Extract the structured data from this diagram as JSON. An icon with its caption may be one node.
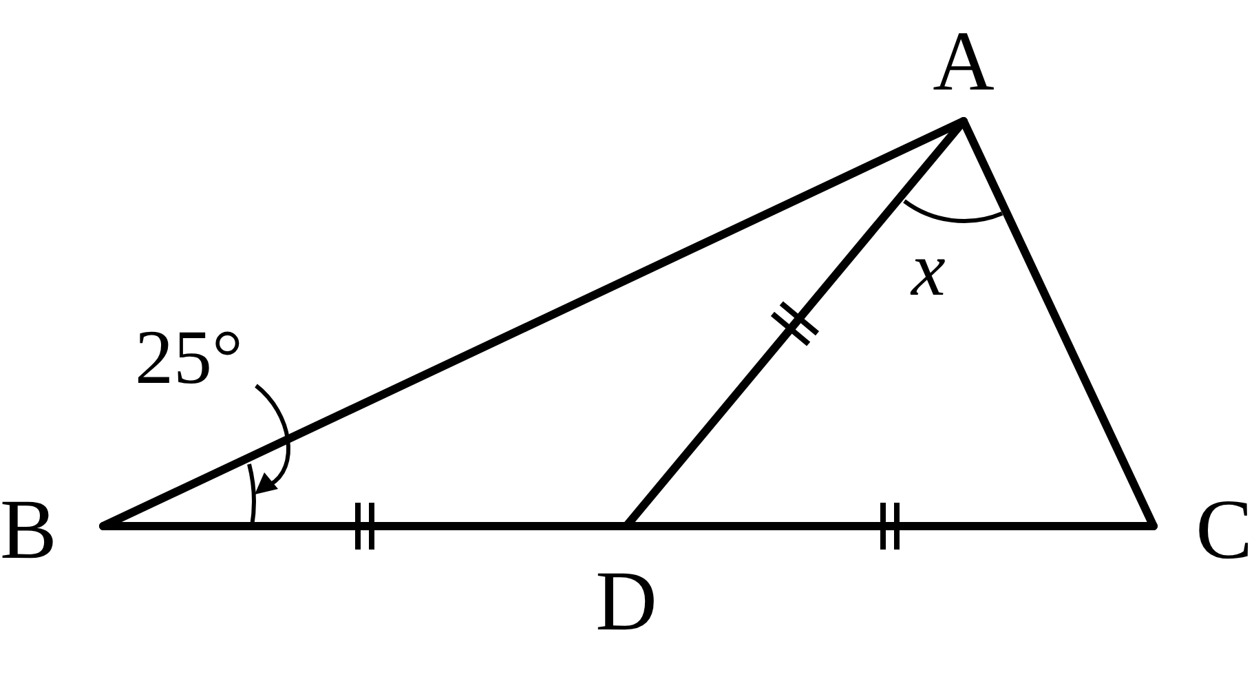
{
  "diagram": {
    "nodes": [
      {
        "text": [
          "A"
        ]
      },
      {
        "text": [
          "B"
        ]
      },
      {
        "text": [
          "D"
        ]
      },
      {
        "text": [
          "C"
        ]
      }
    ],
    "edges": [
      {
        "from": 1,
        "to": 0,
        "arrow": "none"
      },
      {
        "from": 0,
        "to": 3,
        "arrow": "none"
      },
      {
        "from": 1,
        "to": 2,
        "arrow": "none"
      },
      {
        "from": 2,
        "to": 3,
        "arrow": "none"
      },
      {
        "from": 0,
        "to": 2,
        "arrow": "none"
      }
    ],
    "labels": [
      "25°",
      "x"
    ]
  }
}
